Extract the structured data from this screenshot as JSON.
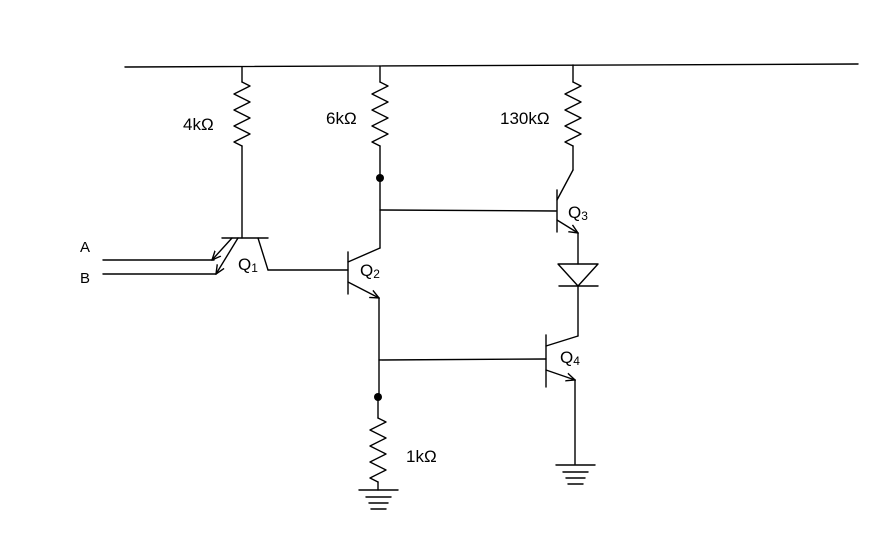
{
  "resistors": {
    "r1": "4kΩ",
    "r2": "6kΩ",
    "r3": "130kΩ",
    "r4": "1kΩ"
  },
  "transistors": {
    "q1": {
      "letter": "Q",
      "sub": "1"
    },
    "q2": {
      "letter": "Q",
      "sub": "2"
    },
    "q3": {
      "letter": "Q",
      "sub": "3"
    },
    "q4": {
      "letter": "Q",
      "sub": "4"
    }
  },
  "inputs": {
    "a": "A",
    "b": "B"
  }
}
